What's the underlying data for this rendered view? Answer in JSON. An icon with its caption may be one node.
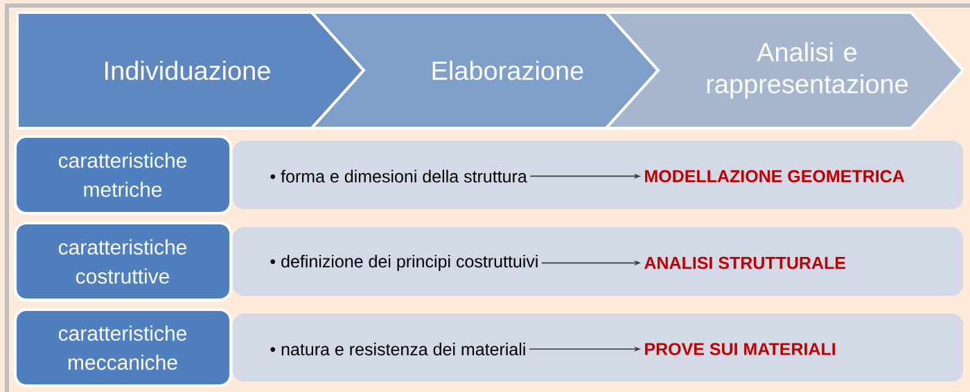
{
  "diagram": {
    "nodes": [
      {
        "text": [
          "Individuazione"
        ]
      },
      {
        "text": [
          "Elaborazione"
        ]
      },
      {
        "text": [
          "Analisi e rappresentazione"
        ]
      },
      {
        "text": [
          "caratteristiche metriche"
        ]
      },
      {
        "text": [],
        "shape": "bar"
      },
      {
        "text": [
          "• forma e dimesioni della struttura"
        ],
        "in": 4
      },
      {
        "text": [
          "MODELLAZIONE GEOMETRICA"
        ],
        "in": 4
      },
      {
        "text": [
          "caratteristiche costruttive"
        ]
      },
      {
        "text": [],
        "shape": "bar"
      },
      {
        "text": [
          "• definizione dei principi costruttuivi"
        ],
        "in": 8
      },
      {
        "text": [
          "ANALISI STRUTTURALE"
        ],
        "in": 8
      },
      {
        "text": [
          "caratteristiche meccaniche"
        ]
      },
      {
        "text": [],
        "shape": "bar"
      },
      {
        "text": [
          "• natura e resistenza dei materiali"
        ],
        "in": 12
      },
      {
        "text": [
          "PROVE SUI MATERIALI"
        ],
        "in": 12
      }
    ],
    "edges": [
      {
        "from": 5,
        "to": 6,
        "arrow": "to"
      },
      {
        "from": 9,
        "to": 10,
        "arrow": "to"
      },
      {
        "from": 13,
        "to": 14,
        "arrow": "to"
      }
    ]
  }
}
